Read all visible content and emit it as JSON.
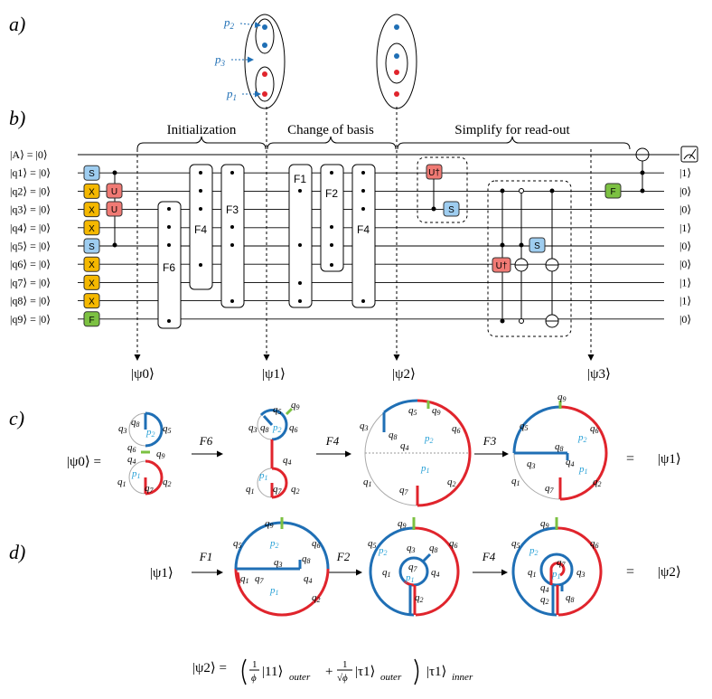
{
  "panels": {
    "a": "a)",
    "b": "b)",
    "c": "c)",
    "d": "d)"
  },
  "colors": {
    "blue": "#1f6fb5",
    "red": "#e0242c",
    "green": "#7cc142",
    "yellow": "#f5b800",
    "salmon": "#f07a74",
    "lightblue": "#9ecdf0",
    "cyan": "#27a0d6"
  },
  "panel_a": {
    "p2": "p",
    "p3": "p",
    "p1": "p",
    "s2": "2",
    "s3": "3",
    "s1": "1"
  },
  "stages": {
    "init": "Initialization",
    "basis": "Change of basis",
    "readout": "Simplify for read-out"
  },
  "wires": [
    {
      "label": "|A⟩ = |0⟩",
      "out": ""
    },
    {
      "label": "|q1⟩ = |0⟩",
      "out": "|1⟩"
    },
    {
      "label": "|q2⟩ = |0⟩",
      "out": "|0⟩"
    },
    {
      "label": "|q3⟩ = |0⟩",
      "out": "|0⟩"
    },
    {
      "label": "|q4⟩ = |0⟩",
      "out": "|1⟩"
    },
    {
      "label": "|q5⟩ = |0⟩",
      "out": "|0⟩"
    },
    {
      "label": "|q6⟩ = |0⟩",
      "out": "|0⟩"
    },
    {
      "label": "|q7⟩ = |0⟩",
      "out": "|1⟩"
    },
    {
      "label": "|q8⟩ = |0⟩",
      "out": "|1⟩"
    },
    {
      "label": "|q9⟩ = |0⟩",
      "out": "|0⟩"
    }
  ],
  "single_gates": [
    "S",
    "X",
    "X",
    "X",
    "S",
    "X",
    "X",
    "X",
    "F"
  ],
  "gates": {
    "u": "U",
    "udag": "U†",
    "s": "S",
    "f": "F",
    "F6": "F6",
    "F4": "F4",
    "F3": "F3",
    "F1": "F1",
    "F2": "F2",
    "F4b": "F4"
  },
  "psi": [
    "|ψ0⟩",
    "|ψ1⟩",
    "|ψ2⟩",
    "|ψ3⟩"
  ],
  "panel_c": {
    "lhs": "|ψ0⟩ =",
    "rhs": "|ψ1⟩",
    "eq": "=",
    "arrows": [
      "F6",
      "F4",
      "F3"
    ]
  },
  "panel_d": {
    "lhs": "|ψ1⟩",
    "rhs": "|ψ2⟩",
    "eq": "=",
    "arrows": [
      "F1",
      "F2",
      "F4"
    ]
  },
  "formula": {
    "lhs": "|ψ2⟩ =",
    "t1": "|11⟩",
    "t2": "|τ1⟩",
    "t3": "|τ1⟩",
    "outer": "outer",
    "inner": "inner",
    "phi": "ϕ",
    "one": "1",
    "sqrt": "√ϕ"
  }
}
